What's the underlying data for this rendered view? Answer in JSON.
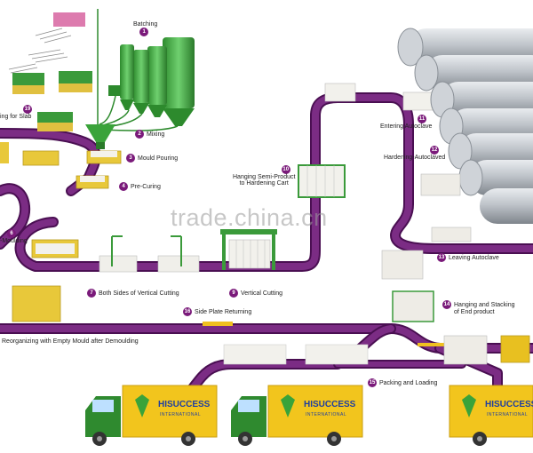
{
  "labels": {
    "batching": "Batching",
    "mixing": "Mixing",
    "mould_pouring": "Mould Pouring",
    "pre_curing": "Pre-Curing",
    "demoulding": "-Moulding",
    "slab": "ing for Slab",
    "both_sides": "Both Sides of Vertical Cutting",
    "vertical_cutting": "Vertical Cutting",
    "hanging_semi_1": "Hanging Semi-Product",
    "hanging_semi_2": "to Hardening Cart",
    "entering_autoclave": "Entering Autoclave",
    "hardening_autoclaved": "Hardening-Autoclaved",
    "leaving_autoclave": "Leaving Autoclave",
    "hanging_stacking_1": "Hanging and Stacking",
    "hanging_stacking_2": "of End product",
    "side_plate": "Side Plate Returning",
    "reorganizing": "Reorganizing with Empty Mould after Demoulding",
    "packing": "Packing and Loading"
  },
  "step_numbers": {
    "s1": "1",
    "s2": "2",
    "s3": "3",
    "s4": "4",
    "s6": "6",
    "s7": "7",
    "s9": "9",
    "s10": "10",
    "s11": "11",
    "s12": "12",
    "s13": "13",
    "s14": "14",
    "s15": "15",
    "s16": "16",
    "s19": "19"
  },
  "truck": {
    "brand": "HISUCCESS",
    "sub": "INTERNATIONAL"
  },
  "watermark": "trade.china.cn",
  "colors": {
    "track": "#6b1f73",
    "track_edge": "#4a0f52",
    "rail": "#f0c020",
    "silo": "#3aa33a",
    "truck_cab": "#2f8a2f",
    "truck_box": "#f2c51d",
    "autoclave": "#b8bcc2",
    "block": "#ecebe6",
    "mould": "#e8c83a"
  }
}
